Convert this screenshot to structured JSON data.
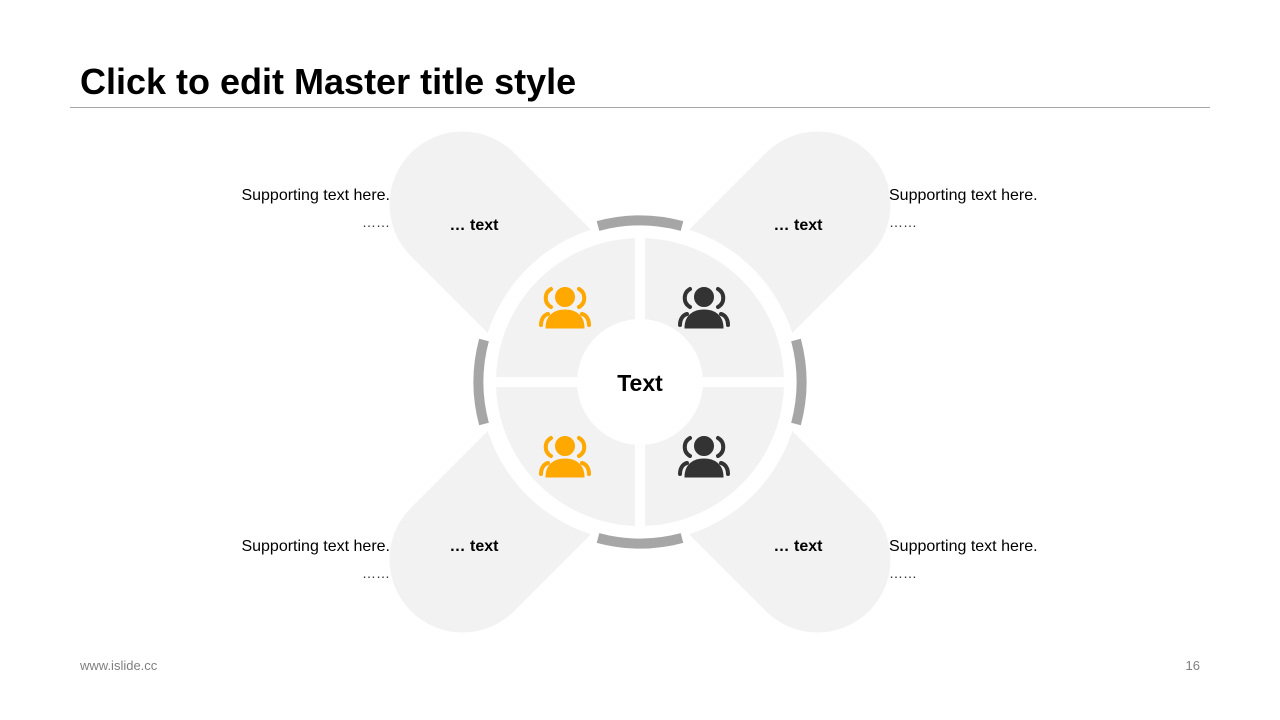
{
  "slide": {
    "title": "Click to edit Master title style",
    "footer_left": "www.islide.cc",
    "page_number": "16"
  },
  "diagram": {
    "center_label": "Text",
    "petals": [
      {
        "label": "… text"
      },
      {
        "label": "… text"
      },
      {
        "label": "… text"
      },
      {
        "label": "… text"
      }
    ],
    "supporting": [
      {
        "text": "Supporting text here.",
        "dots": "……"
      },
      {
        "text": "Supporting text here.",
        "dots": "……"
      },
      {
        "text": "Supporting text here.",
        "dots": "……"
      },
      {
        "text": "Supporting text here.",
        "dots": "……"
      }
    ],
    "icons": [
      {
        "name": "people-icon",
        "color": "#FFA800"
      },
      {
        "name": "people-icon",
        "color": "#333333"
      },
      {
        "name": "people-icon",
        "color": "#FFA800"
      },
      {
        "name": "people-icon",
        "color": "#333333"
      }
    ],
    "colors": {
      "petal": "#F2F2F2",
      "arc": "#A6A6A6",
      "accent": "#FFA800",
      "dark": "#333333"
    }
  }
}
